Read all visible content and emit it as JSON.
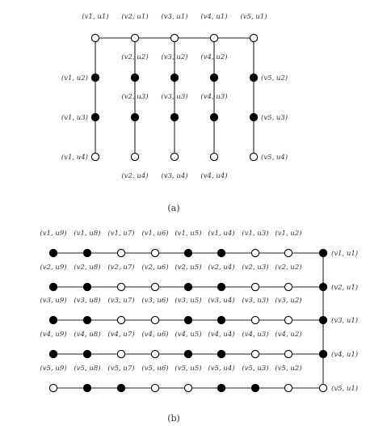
{
  "diagram_a": {
    "caption": "(a)",
    "top_labels": [
      "(v1, u1)",
      "(v2, u1)",
      "(v3, u1)",
      "(v4, u1)",
      "(v5, u1)"
    ],
    "columns": [
      {
        "nodes": [
          {
            "label": "",
            "fill": "white"
          },
          {
            "label": "(v1, u2)",
            "fill": "black"
          },
          {
            "label": "(v1, u3)",
            "fill": "black"
          },
          {
            "label": "(v1, u4)",
            "fill": "white"
          }
        ]
      },
      {
        "nodes": [
          {
            "label": "",
            "fill": "white"
          },
          {
            "label": "(v2, u2)",
            "fill": "black"
          },
          {
            "label": "(v2, u3)",
            "fill": "black"
          },
          {
            "label": "(v2, u4)",
            "fill": "white"
          }
        ]
      },
      {
        "nodes": [
          {
            "label": "",
            "fill": "white"
          },
          {
            "label": "(v3, u2)",
            "fill": "black"
          },
          {
            "label": "(v3, u3)",
            "fill": "black"
          },
          {
            "label": "(v3, u4)",
            "fill": "white"
          }
        ]
      },
      {
        "nodes": [
          {
            "label": "",
            "fill": "white"
          },
          {
            "label": "(v4, u2)",
            "fill": "black"
          },
          {
            "label": "(v4, u3)",
            "fill": "black"
          },
          {
            "label": "(v4, u4)",
            "fill": "white"
          }
        ]
      },
      {
        "nodes": [
          {
            "label": "",
            "fill": "white"
          },
          {
            "label": "(v5, u2)",
            "fill": "black"
          },
          {
            "label": "(v5, u3)",
            "fill": "black"
          },
          {
            "label": "(v5, u4)",
            "fill": "white"
          }
        ]
      }
    ]
  },
  "diagram_b": {
    "caption": "(b)",
    "rows": [
      {
        "labels": [
          "(v1, u9)",
          "(v1, u8)",
          "(v1, u7)",
          "(v1, u6)",
          "(v1, u5)",
          "(v1, u4)",
          "(v1, u3)",
          "(v1, u2)"
        ],
        "fills": [
          "black",
          "black",
          "white",
          "white",
          "black",
          "black",
          "white",
          "white"
        ],
        "end_label": "(v1, u1)",
        "end_fill": "black"
      },
      {
        "labels": [
          "(v2, u9)",
          "(v2, u8)",
          "(v2, u7)",
          "(v2, u6)",
          "(v2, u5)",
          "(v2, u4)",
          "(v2, u3)",
          "(v2, u2)"
        ],
        "fills": [
          "black",
          "black",
          "white",
          "white",
          "black",
          "black",
          "white",
          "white"
        ],
        "end_label": "(v2, u1)",
        "end_fill": "black"
      },
      {
        "labels": [
          "(v3, u9)",
          "(v3, u8)",
          "(v3, u7)",
          "(v3, u6)",
          "(v3, u5)",
          "(v3, u4)",
          "(v3, u3)",
          "(v3, u2)"
        ],
        "fills": [
          "black",
          "black",
          "white",
          "white",
          "black",
          "black",
          "white",
          "white"
        ],
        "end_label": "(v3, u1)",
        "end_fill": "black"
      },
      {
        "labels": [
          "(v4, u9)",
          "(v4, u8)",
          "(v4, u7)",
          "(v4, u6)",
          "(v4, u5)",
          "(v4, u4)",
          "(v4, u3)",
          "(v4, u2)"
        ],
        "fills": [
          "black",
          "black",
          "white",
          "white",
          "black",
          "black",
          "white",
          "white"
        ],
        "end_label": "(v4, u1)",
        "end_fill": "black"
      },
      {
        "labels": [
          "(v5, u9)",
          "(v5, u8)",
          "(v5, u7)",
          "(v5, u6)",
          "(v5, u5)",
          "(v5, u4)",
          "(v5, u3)",
          "(v5, u2)"
        ],
        "fills": [
          "white",
          "black",
          "black",
          "white",
          "white",
          "black",
          "black",
          "white"
        ],
        "end_label": "(v5, u1)",
        "end_fill": "white"
      }
    ]
  }
}
